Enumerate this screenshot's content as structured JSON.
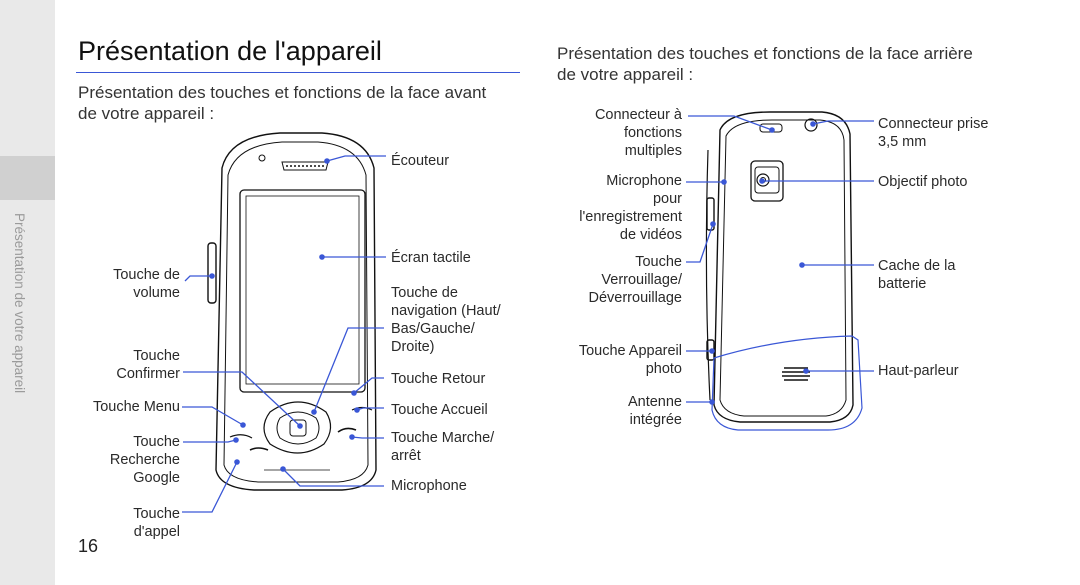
{
  "page": {
    "title": "Présentation de l'appareil",
    "sidebar_label": "Présentation de votre appareil",
    "page_number": "16",
    "front_intro": "Présentation des touches et fonctions de la face avant de votre appareil :",
    "back_intro": "Présentation des touches et fonctions de la face arrière de votre appareil :"
  },
  "front_labels": {
    "earpiece": "Écouteur",
    "touchscreen": "Écran tactile",
    "nav_key": "Touche de\nnavigation (Haut/\nBas/Gauche/\nDroite)",
    "back_key": "Touche Retour",
    "home_key": "Touche Accueil",
    "power_key": "Touche Marche/\narrêt",
    "microphone": "Microphone",
    "volume_key": "Touche de\nvolume",
    "confirm_key": "Touche\nConfirmer",
    "menu_key": "Touche Menu",
    "search_key": "Touche\nRecherche\nGoogle",
    "call_key": "Touche\nd'appel"
  },
  "back_labels": {
    "multi_connector": "Connecteur à\nfonctions\nmultiples",
    "video_mic": "Microphone\npour\nl'enregistrement\nde vidéos",
    "lock_key": "Touche\nVerrouillage/\nDéverrouillage",
    "camera_key": "Touche Appareil\nphoto",
    "antenna": "Antenne\nintégrée",
    "jack": "Connecteur prise\n3,5 mm",
    "camera_lens": "Objectif photo",
    "battery_cover": "Cache de la\nbatterie",
    "speaker": "Haut-parleur"
  },
  "colors": {
    "accent": "#3a57d6",
    "sidebar": "#e9e9e9",
    "sidebar_tab": "#d0d0d0"
  }
}
